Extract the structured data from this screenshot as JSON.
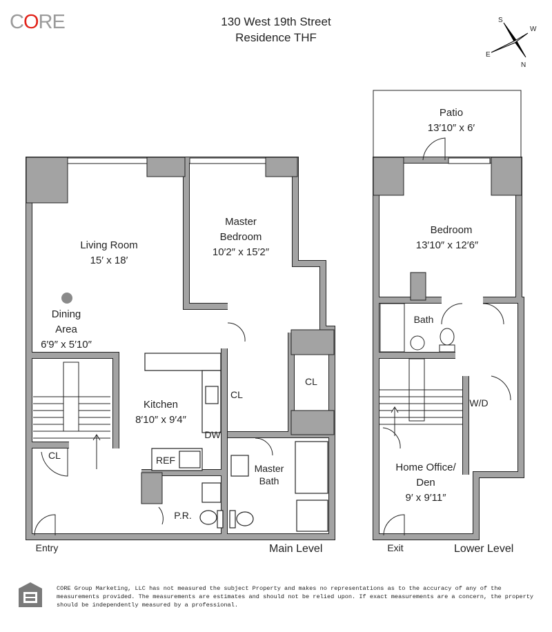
{
  "brand": {
    "logo_text_1": "C",
    "logo_text_o": "O",
    "logo_text_2": "RE",
    "accent_color": "#e2231a"
  },
  "header": {
    "address": "130 West 19th Street",
    "residence": "Residence THF"
  },
  "compass": {
    "n": "N",
    "s": "S",
    "e": "E",
    "w": "W"
  },
  "main_level": {
    "label": "Main Level",
    "entry": "Entry",
    "rooms": {
      "living_name": "Living Room",
      "living_dims": "15′ x 18′",
      "master_name_1": "Master",
      "master_name_2": "Bedroom",
      "master_dims": "10′2″ x 15′2″",
      "dining_name_1": "Dining",
      "dining_name_2": "Area",
      "dining_dims": "6′9″ x 5′10″",
      "kitchen_name": "Kitchen",
      "kitchen_dims": "8′10″ x 9′4″",
      "cl": "CL",
      "dw": "DW",
      "ref": "REF",
      "pr": "P.R.",
      "master_bath_1": "Master",
      "master_bath_2": "Bath"
    }
  },
  "lower_level": {
    "label": "Lower Level",
    "exit": "Exit",
    "rooms": {
      "patio_name": "Patio",
      "patio_dims": "13′10″ x 6′",
      "bedroom_name": "Bedroom",
      "bedroom_dims": "13′10″ x 12′6″",
      "bath": "Bath",
      "wd": "W/D",
      "office_1": "Home Office/",
      "office_2": "Den",
      "office_dims": "9′ x 9′11″"
    }
  },
  "disclaimer": "CORE Group Marketing, LLC has not measured the subject Property and makes no representations as to the accuracy of any of the measurements provided. The measurements are estimates and should not be relied upon. If exact measurements are a concern, the property should be independently measured by a professional."
}
